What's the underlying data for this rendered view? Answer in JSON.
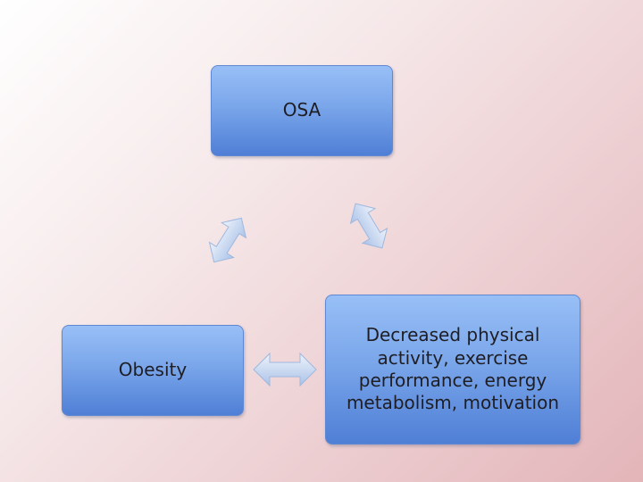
{
  "diagram": {
    "nodes": {
      "osa": "OSA",
      "obesity": "Obesity",
      "activity": "Decreased physical activity, exercise performance, energy metabolism, motivation"
    },
    "edges": [
      {
        "from": "obesity",
        "to": "osa",
        "type": "bidirectional"
      },
      {
        "from": "osa",
        "to": "activity",
        "type": "bidirectional"
      },
      {
        "from": "obesity",
        "to": "activity",
        "type": "bidirectional"
      }
    ]
  }
}
